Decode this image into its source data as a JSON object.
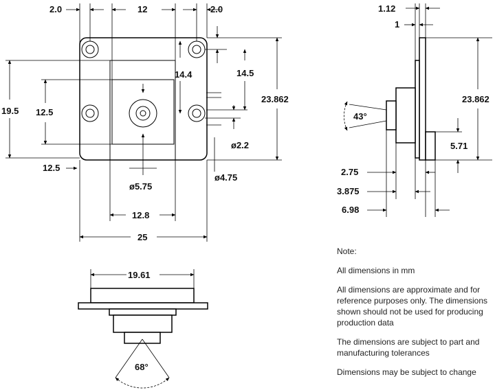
{
  "front_view": {
    "dim_top_left": "2.0",
    "dim_top_center": "12",
    "dim_top_right": "2.0",
    "dim_mid_14_4": "14.4",
    "dim_mid_14_5": "14.5",
    "dim_overall_height": "23.862",
    "dim_left_19_5": "19.5",
    "dim_left_12_5": "12.5",
    "dim_hole_2_2": "ø2.2",
    "dim_bottom_12_5": "12.5",
    "dim_center_5_75": "ø5.75",
    "dim_corner_4_75": "ø4.75",
    "dim_width_12_8": "12.8",
    "dim_width_25": "25"
  },
  "side_view": {
    "dim_1_12": "1.12",
    "dim_1": "1",
    "dim_height": "23.862",
    "dim_angle": "43°",
    "dim_5_71": "5.71",
    "dim_2_75": "2.75",
    "dim_3_875": "3.875",
    "dim_6_98": "6.98"
  },
  "bottom_view": {
    "dim_19_61": "19.61",
    "dim_angle": "68°"
  },
  "notes": [
    "Note:",
    "All dimensions in mm",
    "All dimensions are approximate and for reference purposes only. The dimensions shown should not be used for producing production data",
    "The dimensions are subject to part and manufacturing tolerances",
    "Dimensions may be subject to change"
  ]
}
